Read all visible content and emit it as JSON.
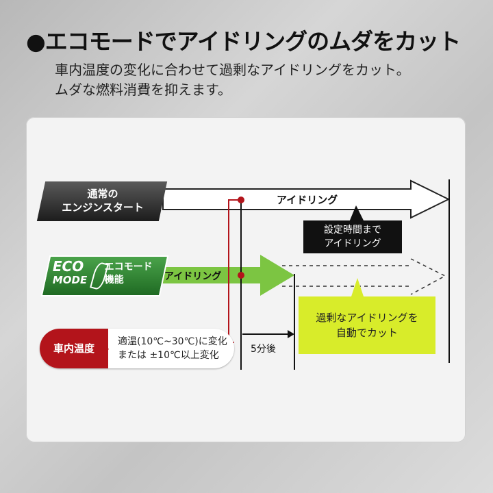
{
  "header": {
    "title": "●エコモードでアイドリングのムダをカット",
    "sub_line1": "車内温度の変化に合わせて過剰なアイドリングをカット。",
    "sub_line2": "ムダな燃料消費を抑えます。"
  },
  "diagram": {
    "standard_label_line1": "通常の",
    "standard_label_line2": "エンジンスタート",
    "standard_arrow_text": "アイドリング",
    "standard_callout_line1": "設定時間まで",
    "standard_callout_line2": "アイドリング",
    "eco_logo_line1": "ECO",
    "eco_logo_line2": "MODE",
    "eco_label_line1": "エコモード",
    "eco_label_line2": "機能",
    "eco_arrow_text": "アイドリング",
    "eco_callout_line1": "過剰なアイドリングを",
    "eco_callout_line2": "自動でカット",
    "temp_label": "車内温度",
    "temp_text_line1": "適温(10℃~30℃)に変化",
    "temp_text_line2": "または ±10℃以上変化",
    "delay_label": "5分後"
  },
  "colors": {
    "red": "#b3141b",
    "green": "#6cc33a",
    "lime": "#d8ec2a",
    "dark": "#111111"
  }
}
